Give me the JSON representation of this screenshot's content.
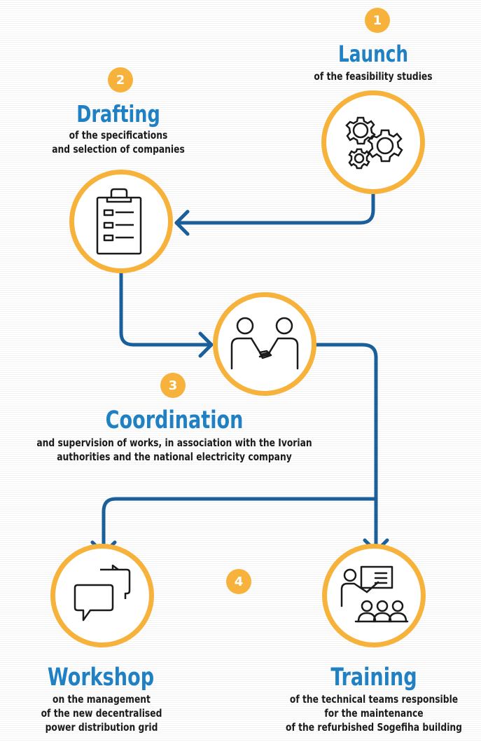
{
  "colors": {
    "accent": "#f6b23b",
    "primary": "#1f80c3",
    "text": "#1a1a1a"
  },
  "steps": [
    {
      "number": "1",
      "title": "Launch",
      "description": [
        "of the feasibility studies"
      ],
      "icon": "gears-icon"
    },
    {
      "number": "2",
      "title": "Drafting",
      "description": [
        "of the specifications",
        "and selection of companies"
      ],
      "icon": "clipboard-checklist-icon"
    },
    {
      "number": "3",
      "title": "Coordination",
      "description": [
        "and supervision of works, in association with the Ivorian",
        "authorities and the national electricity company"
      ],
      "icon": "handshake-icon"
    },
    {
      "number": "4",
      "workshop": {
        "title": "Workshop",
        "description": [
          "on the management",
          "of the new decentralised",
          "power distribution grid"
        ],
        "icon": "chat-bubbles-icon"
      },
      "training": {
        "title": "Training",
        "description": [
          "of the technical teams responsible",
          "for the maintenance",
          "of the refurbished Sogefiha building"
        ],
        "icon": "presentation-class-icon"
      }
    }
  ]
}
